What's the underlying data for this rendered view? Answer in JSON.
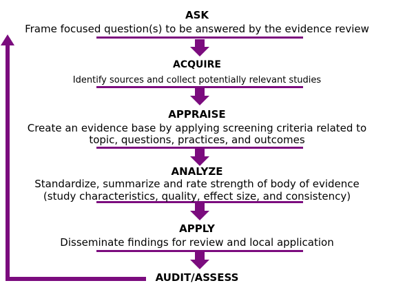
{
  "steps": [
    {
      "title": "ASK",
      "description": [
        "Frame focused question(s) to be answered by the evidence review"
      ]
    },
    {
      "title": "ACQUIRE",
      "description": [
        "Identify sources and collect potentially relevant studies"
      ]
    },
    {
      "title": "APPRAISE",
      "description": [
        "Create an evidence base by applying screening criteria related to",
        "topic, questions, practices, and outcomes"
      ]
    },
    {
      "title": "ANALYZE",
      "description": [
        "Standardize, summarize  and rate strength of body of evidence",
        "(study characteristics, quality, effect size, and consistency)"
      ]
    },
    {
      "title": "APPLY",
      "description": [
        "Disseminate findings for review and local application"
      ]
    },
    {
      "title": "AUDIT/ASSESS",
      "description": []
    }
  ],
  "colors": {
    "accent": "#7b0c7e",
    "text": "#000000"
  }
}
